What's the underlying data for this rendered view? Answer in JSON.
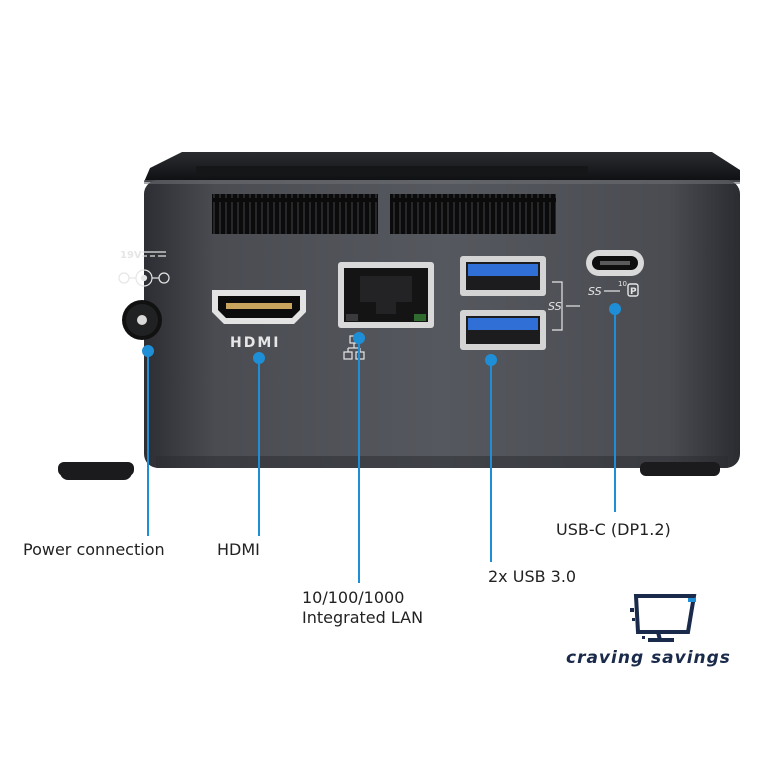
{
  "device": {
    "port_markings": {
      "power": "19V",
      "hdmi": "HDMI",
      "usb_c_speed": "10"
    }
  },
  "callouts": {
    "power": "Power connection",
    "hdmi": "HDMI",
    "lan": [
      "10/100/1000",
      "Integrated LAN"
    ],
    "usb": "2x USB 3.0",
    "usbc": "USB-C (DP1.2)"
  },
  "logo": {
    "text": "craving savings",
    "colors": {
      "monitor": "#1a2a4a",
      "accent": "#1e8fd6"
    }
  },
  "colors": {
    "callout_line": "#1e8fd6",
    "usb_port": "#2f6fd6",
    "chassis": "#3b3d42"
  }
}
